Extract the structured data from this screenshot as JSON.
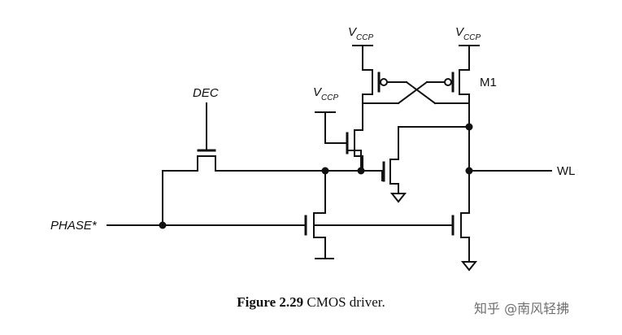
{
  "labels": {
    "dec": "DEC",
    "phase": "PHASE*",
    "wl": "WL",
    "m1": "M1",
    "vccp": {
      "main": "V",
      "sub": "CCP"
    }
  },
  "caption": {
    "figure": "Figure 2.29",
    "text": "CMOS driver."
  },
  "watermark": "知乎 @南风轻拂"
}
